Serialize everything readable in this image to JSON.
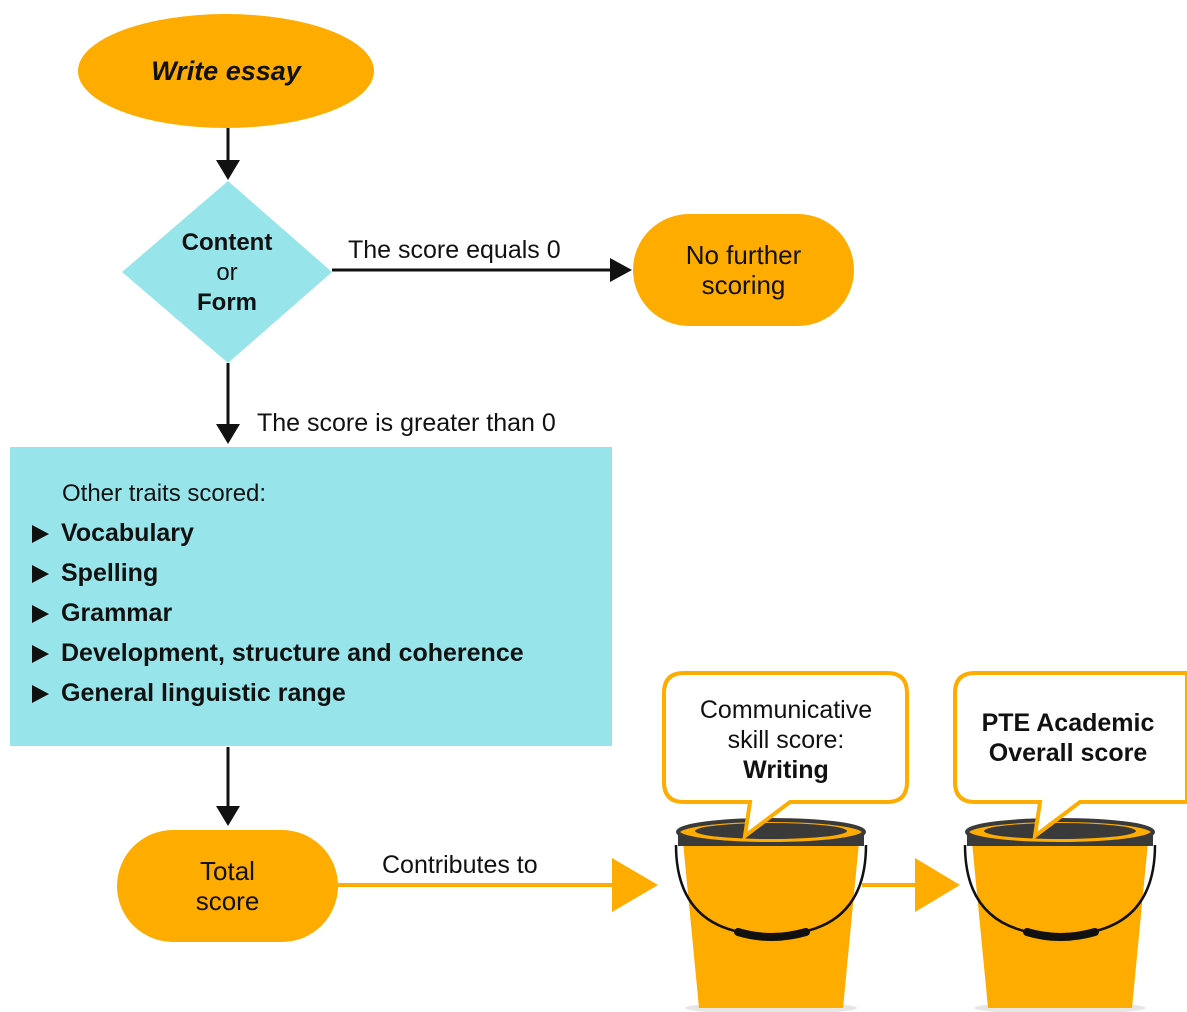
{
  "flowchart": {
    "start": "Write essay",
    "decision": {
      "line1": "Content",
      "line2": "or",
      "line3": "Form"
    },
    "edge_zero": "The score equals 0",
    "no_further": {
      "line1": "No further",
      "line2": "scoring"
    },
    "edge_positive": "The score is greater than 0",
    "traits": {
      "heading": "Other traits scored:",
      "items": [
        "Vocabulary",
        "Spelling",
        "Grammar",
        "Development, structure and coherence",
        "General linguistic range"
      ]
    },
    "total": {
      "line1": "Total",
      "line2": "score"
    },
    "edge_contributes": "Contributes to",
    "bucket_writing": {
      "line1": "Communicative",
      "line2": "skill score:",
      "line3": "Writing"
    },
    "bucket_overall": {
      "line1": "PTE Academic",
      "line2": "Overall score"
    }
  },
  "colors": {
    "orange": "#FFAC00",
    "cyan": "#97E5EA",
    "dark": "#111111",
    "rim": "#3a3a3a"
  }
}
